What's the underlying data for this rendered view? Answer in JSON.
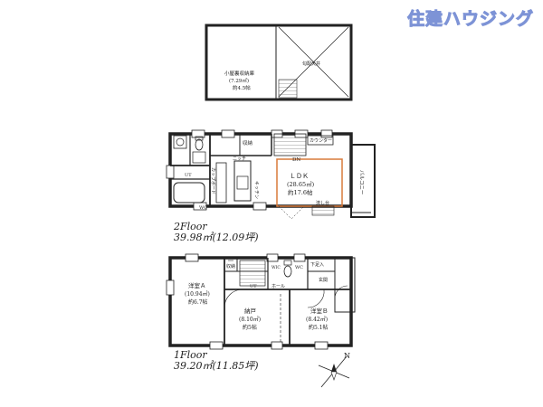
{
  "brand": {
    "name": "住建ハウジング"
  },
  "floor2": {
    "name": "2Floor",
    "area": "39.98㎡(12.09坪)",
    "ldk": {
      "name": "ＬＤＫ",
      "area": "(28.65㎡)",
      "tatami": "約17.6帖"
    },
    "attic": {
      "name": "小屋裏収納庫",
      "area": "(7.29㎡)",
      "tatami": "約4.5帖"
    },
    "ceiling_label": "勾配天井",
    "storage": "収納",
    "counter": "カウンター",
    "dn": "DN",
    "niche": "ニッチ",
    "balcony": "バルコニー",
    "cupboard": "カップボード",
    "utility": "UT",
    "wc": "WC",
    "sink_label": "流し台",
    "kitchen_label": "キッチン"
  },
  "floor1": {
    "name": "1Floor",
    "area": "39.20㎡(11.85坪)",
    "room_a": {
      "name": "洋室Ａ",
      "area": "(10.94㎡)",
      "tatami": "約6.7帖"
    },
    "room_b": {
      "name": "洋室Ｂ",
      "area": "(8.42㎡)",
      "tatami": "約5.1帖"
    },
    "closet": {
      "name": "納戸",
      "area": "(8.10㎡)",
      "tatami": "約5帖"
    },
    "storage": "収納",
    "shoe": "下足入",
    "hall": "ホール",
    "entrance": "玄関",
    "wic": "WIC",
    "wc": "WC",
    "ut": "UT"
  },
  "compass": {
    "north": "N"
  }
}
